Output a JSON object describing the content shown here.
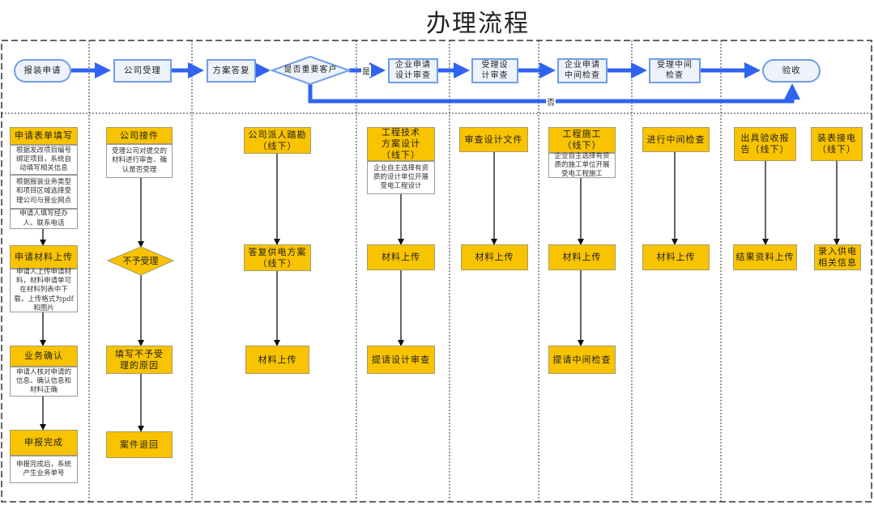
{
  "title": "办理流程",
  "colors": {
    "flow_arrow": "#2f63f0",
    "step_fill": "#f8c300",
    "top_box_fill": "#eef3fb",
    "top_box_border": "#6f9ee8"
  },
  "top_flow": {
    "start": "报装申请",
    "accept": "公司受理",
    "reply": "方案答复",
    "decision": "是否重要客户",
    "yes": "是",
    "no": "否",
    "design_apply": "企业申请设计审查",
    "design_review": "受理设计审查",
    "mid_apply": "企业申请中间检查",
    "mid_review": "受理中间检查",
    "end": "验收"
  },
  "col1": {
    "s1": "申请表单填写",
    "s1_d1": "根据发改项目编号绑定项目，系统自动填写相关信息",
    "s1_d2": "根据报装业务类型和项目区域选择受理公司与营业网点",
    "s1_d3": "申请人填写经办人、联系电话",
    "s2": "申请材料上传",
    "s2_d": "申请人上传申请材料，材料申请单可在材料列表中下载，上传格式为pdf和图片",
    "s3": "业务确认",
    "s3_d": "申请人核对申请的信息、确认信息和材料正确",
    "s4": "申报完成",
    "s4_d": "申报完成后，系统产生业务单号"
  },
  "col2": {
    "s1": "公司接件",
    "s1_d": "受理公司对提交的材料进行审查、确认是否受理",
    "decision": "不予受理",
    "s2": "填写不予受理的原因",
    "s3": "案件退回"
  },
  "col3": {
    "s1": "公司派人踏勘（线下）",
    "s2": "答复供电方案（线下）",
    "s3": "材料上传"
  },
  "col4": {
    "s1": "工程技术方案设计（线下）",
    "s1_d": "企业自主选择有资质的设计单位开展受电工程设计",
    "s2": "材料上传",
    "s3": "提请设计审查"
  },
  "col5": {
    "s1": "审查设计文件",
    "s2": "材料上传"
  },
  "col6": {
    "s1": "工程施工（线下）",
    "s1_d": "企业自主选择有资质的施工单位开展受电工程施工",
    "s2": "材料上传",
    "s3": "提请中间检查"
  },
  "col7": {
    "s1": "进行中间检查",
    "s2": "材料上传"
  },
  "col8": {
    "s1": "出具验收报告（线下）",
    "s2": "结果资料上传"
  },
  "col9": {
    "s1": "装表接电（线下）",
    "s2": "录入供电相关信息"
  }
}
